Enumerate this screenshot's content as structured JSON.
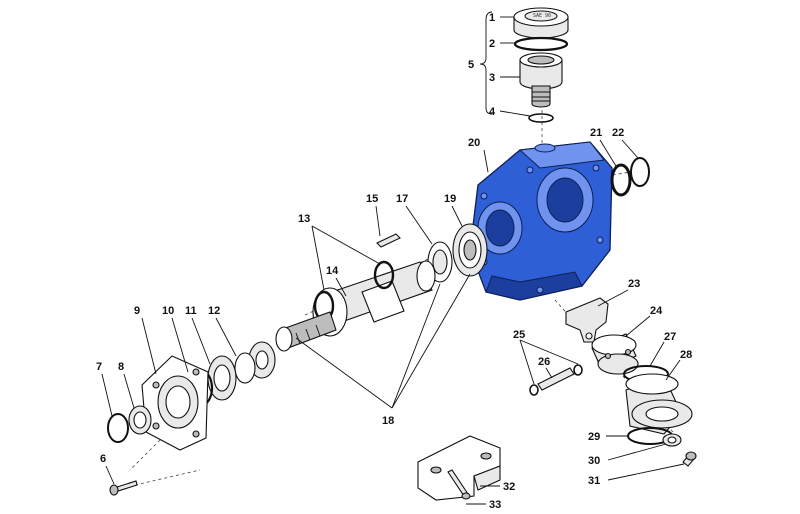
{
  "diagram": {
    "callouts": {
      "c1": "1",
      "c2": "2",
      "c3": "3",
      "c4": "4",
      "c5": "5",
      "c6": "6",
      "c7": "7",
      "c8": "8",
      "c9": "9",
      "c10": "10",
      "c11": "11",
      "c12": "12",
      "c13": "13",
      "c14": "14",
      "c15": "15",
      "c17": "17",
      "c18": "18",
      "c19": "19",
      "c20": "20",
      "c21": "21",
      "c22": "22",
      "c23": "23",
      "c24": "24",
      "c25": "25",
      "c26": "26",
      "c27": "27",
      "c28": "28",
      "c29": "29",
      "c30": "30",
      "c31": "31",
      "c32": "32",
      "c33": "33"
    },
    "colors": {
      "housing": "#2f5fd6",
      "outline": "#111111"
    }
  }
}
